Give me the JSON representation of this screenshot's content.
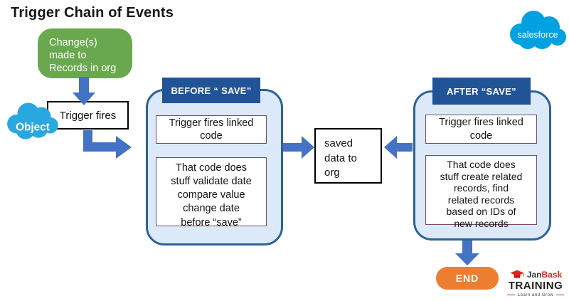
{
  "title": "Trigger Chain of Events",
  "salesforce_logo": {
    "text": "salesforce"
  },
  "flow": {
    "change_box": "Change(s)\nmade to\nRecords in org",
    "object_cloud": "Object",
    "trigger_fires": "Trigger fires",
    "before": {
      "header": "BEFORE “ SAVE”",
      "box1": "Trigger fires linked\ncode",
      "box2": "That code does\nstuff validate date\ncompare value\nchange date\nbefore “save”"
    },
    "saved_box": "saved\ndata to\norg",
    "after": {
      "header": "AFTER “SAVE”",
      "box1": "Trigger fires linked\ncode",
      "box2": "That  code does\nstuff create related\nrecords, find\nrelated records\nbased on IDs of\nnew records"
    },
    "end_label": "END"
  },
  "branding": {
    "janbask_part1": "Jan",
    "janbask_part2": "Bask",
    "training": "TRAINING",
    "slogan": "Learn and Grow"
  },
  "colors": {
    "green": "#6aa84f",
    "arrow_blue": "#4472c4",
    "header_blue": "#215497",
    "panel_fill": "#dce9f8",
    "panel_border": "#2f6195",
    "inner_box_border": "#7d4a63",
    "object_cloud_blue": "#29a8e0",
    "salesforce_blue": "#00a1e0",
    "end_orange": "#ed7d31",
    "janbask_red": "#e2231a"
  }
}
